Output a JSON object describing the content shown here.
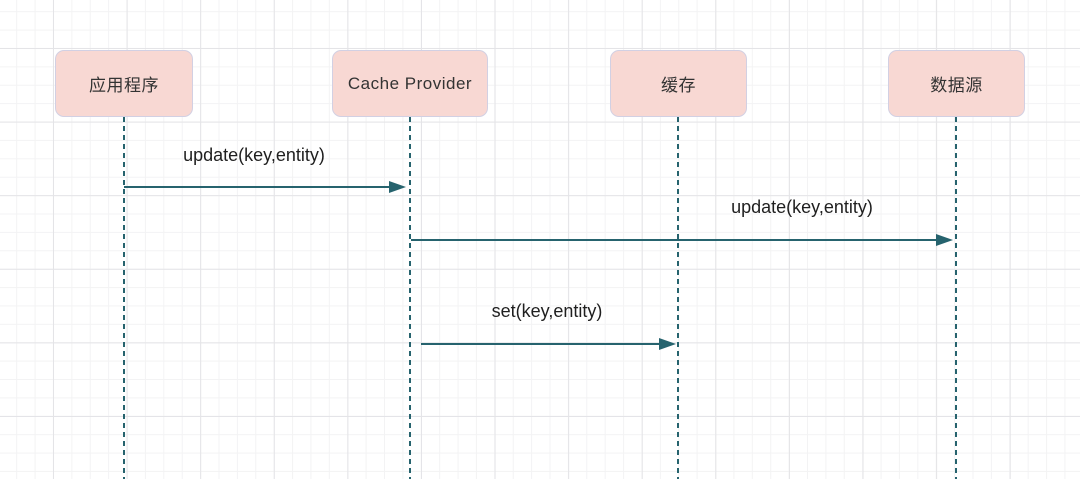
{
  "diagram": {
    "type": "sequence-diagram",
    "actors": [
      {
        "label": "应用程序"
      },
      {
        "label": "Cache Provider"
      },
      {
        "label": "缓存"
      },
      {
        "label": "数据源"
      }
    ],
    "messages": [
      {
        "label": "update(key,entity)",
        "from": "应用程序",
        "to": "Cache Provider"
      },
      {
        "label": "update(key,entity)",
        "from": "Cache Provider",
        "to": "数据源"
      },
      {
        "label": "set(key,entity)",
        "from": "Cache Provider",
        "to": "缓存"
      }
    ],
    "colors": {
      "actor_fill": "#f8d8d3",
      "actor_border": "#d2d0e3",
      "line_teal": "#26636e",
      "message_text": "#1f1f1f",
      "actor_text": "#333333",
      "grid_minor": "#f3f3f4",
      "grid_major": "#e4e4e7"
    }
  }
}
